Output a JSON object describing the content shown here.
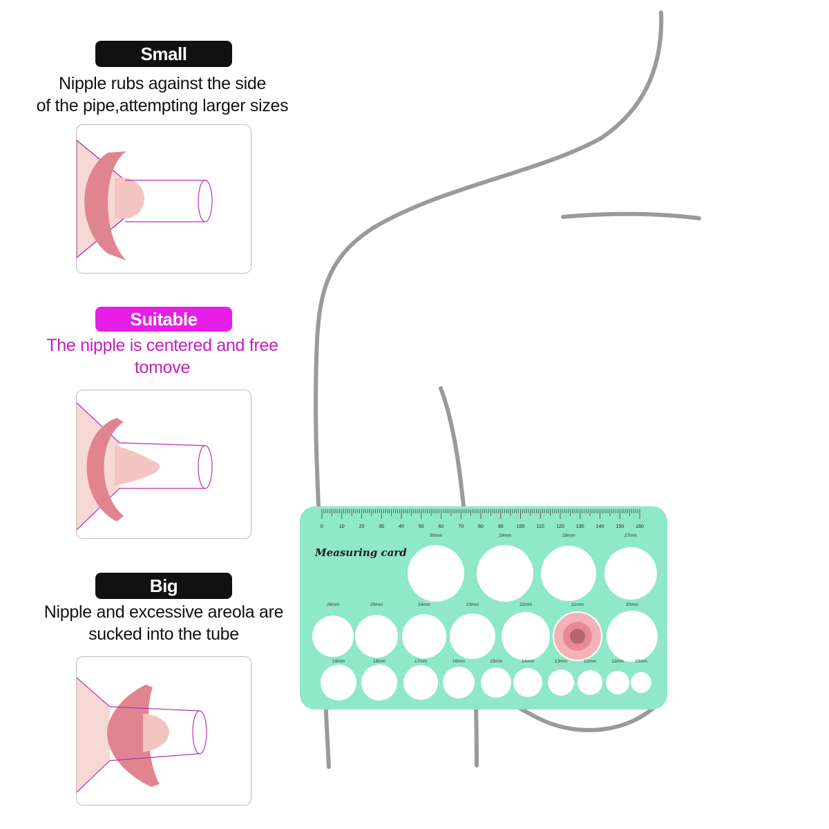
{
  "sections": [
    {
      "badge": "Small",
      "badge_color": "#111111",
      "desc_line1": "Nipple rubs against  the side",
      "desc_line2": "of the pipe,attempting  larger sizes",
      "desc_color": "#111111"
    },
    {
      "badge": "Suitable",
      "badge_color": "#e61ee6",
      "desc_line1": "The nipple is centered and free",
      "desc_line2": "tomove",
      "desc_color": "#c21ec2"
    },
    {
      "badge": "Big",
      "badge_color": "#111111",
      "desc_line1": "Nipple and excessive areola are",
      "desc_line2": "sucked into the tube",
      "desc_color": "#111111"
    }
  ],
  "card": {
    "title": "Measuring card",
    "color": "#8fe8c8",
    "ruler_labels": [
      "0",
      "10",
      "20",
      "30",
      "40",
      "50",
      "60",
      "70",
      "80",
      "90",
      "100",
      "110",
      "120",
      "130",
      "140",
      "150",
      "160"
    ],
    "row1": [
      "30mm",
      "29mm",
      "28mm",
      "27mm"
    ],
    "row2": [
      "26mm",
      "25mm",
      "24mm",
      "23mm",
      "22mm",
      "21mm",
      "20mm"
    ],
    "row3": [
      "19mm",
      "18mm",
      "17mm",
      "16mm",
      "15mm",
      "14mm",
      "13mm",
      "12mm",
      "11mm",
      "10mm"
    ]
  },
  "colors": {
    "areola": "#e0858f",
    "nipple": "#f3c5c2",
    "breast": "#f6d8d4",
    "tube": "#b62cb6"
  }
}
